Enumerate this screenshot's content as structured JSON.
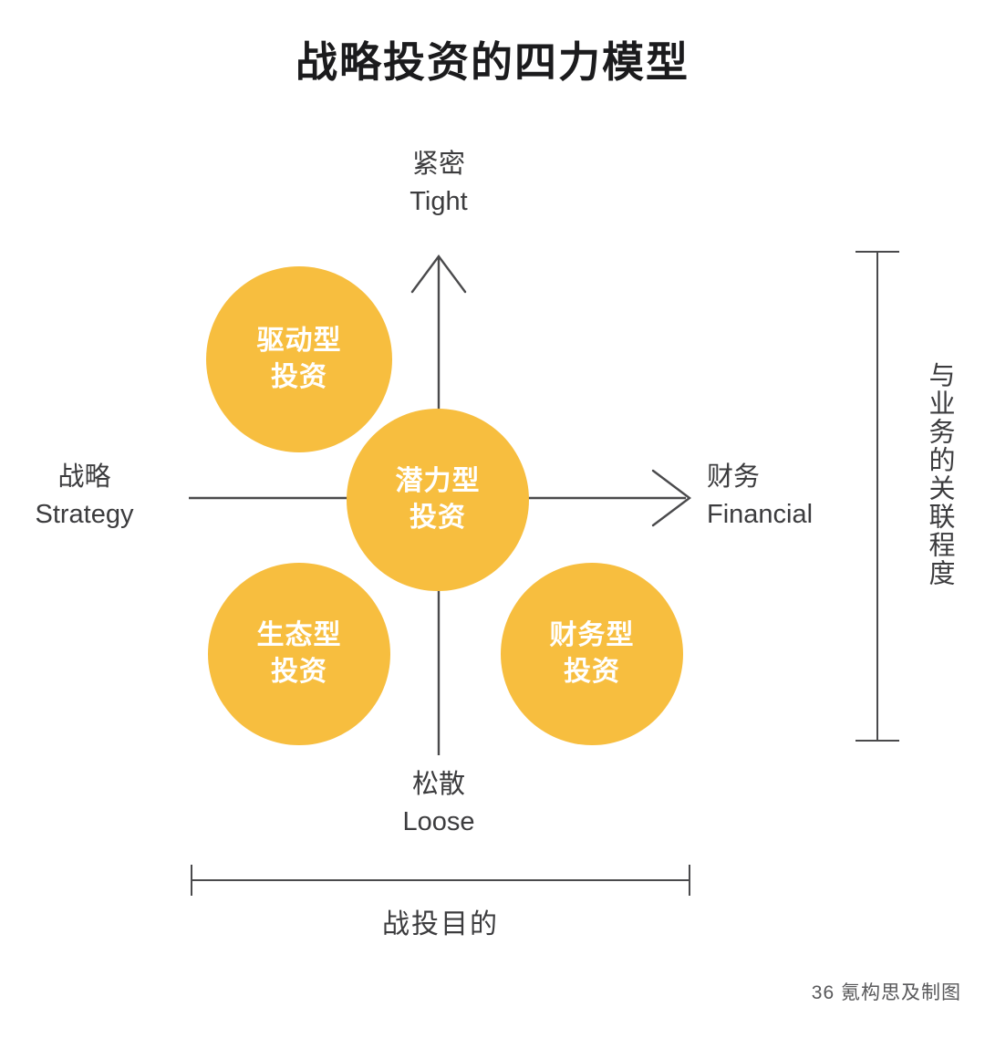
{
  "title": "战略投资的四力模型",
  "colors": {
    "bubble": "#f7be3f",
    "bubble_text": "#ffffff",
    "axis_line": "#4a4a4c",
    "text": "#3c3c3e",
    "title_text": "#1b1b1d",
    "background": "#ffffff"
  },
  "axes": {
    "top": {
      "cn": "紧密",
      "en": "Tight"
    },
    "bottom": {
      "cn": "松散",
      "en": "Loose"
    },
    "left": {
      "cn": "战略",
      "en": "Strategy"
    },
    "right": {
      "cn": "财务",
      "en": "Financial"
    }
  },
  "brackets": {
    "right_vertical_label": "与业务的关联程度",
    "bottom_horizontal_label": "战投目的"
  },
  "bubbles": [
    {
      "id": "driving",
      "line1": "驱动型",
      "line2": "投资",
      "quadrant": "upper-left"
    },
    {
      "id": "potential",
      "line1": "潜力型",
      "line2": "投资",
      "quadrant": "center"
    },
    {
      "id": "eco",
      "line1": "生态型",
      "line2": "投资",
      "quadrant": "lower-left"
    },
    {
      "id": "financial",
      "line1": "财务型",
      "line2": "投资",
      "quadrant": "lower-right"
    }
  ],
  "credit": "36 氪构思及制图"
}
